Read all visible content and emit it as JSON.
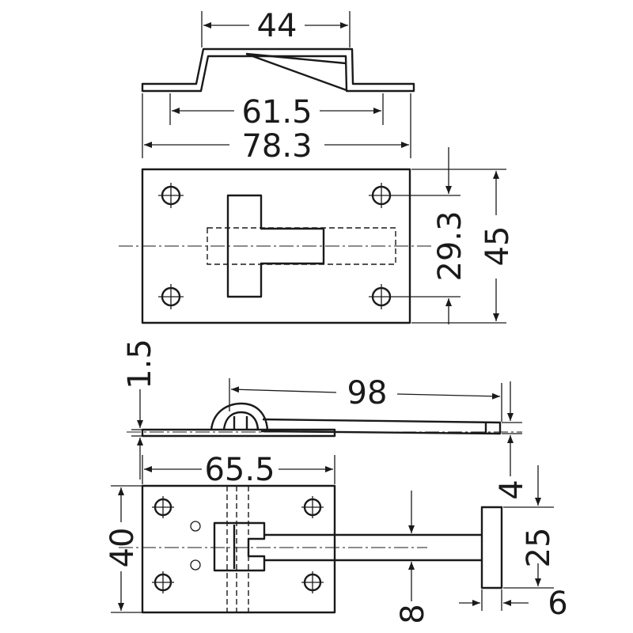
{
  "dimensions": {
    "top_inner_width": "44",
    "flange_inner_width": "61.5",
    "overall_width": "78.3",
    "hole_spacing_v": "29.3",
    "plate_height": "45",
    "thickness": "1.5",
    "hook_length": "98",
    "base_length": "65.5",
    "base_height": "40",
    "hook_thickness": "4",
    "tbar_length": "25",
    "bar_width": "8",
    "tbar_width": "6"
  }
}
